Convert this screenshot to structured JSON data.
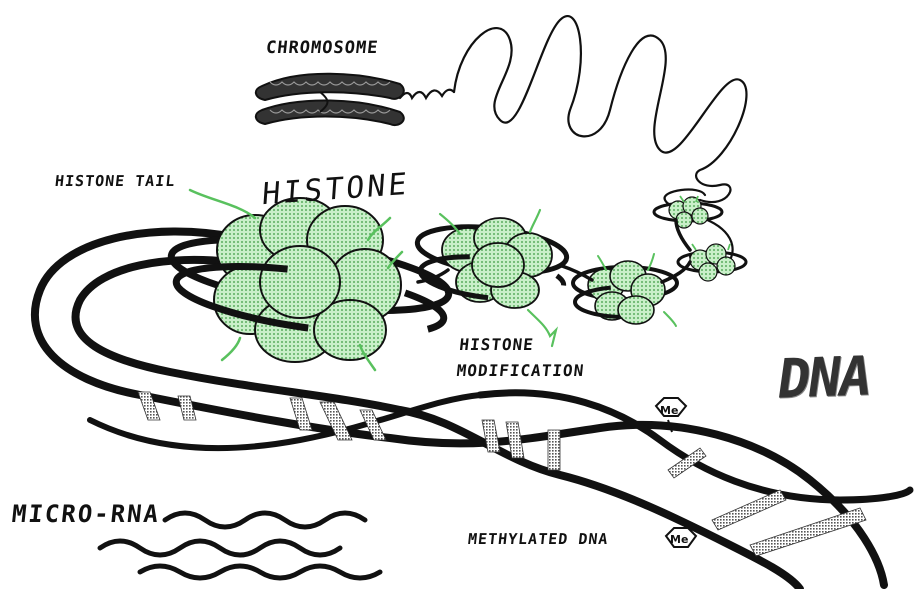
{
  "labels": {
    "chromosome": "CHROMOSOME",
    "histone_tail": "HISTONE TAIL",
    "histone": "HISTONE",
    "histone_modification_line1": "HISTONE",
    "histone_modification_line2": "MODIFICATION",
    "micro_rna": "MICRO-RNA",
    "methylated_dna": "METHYLATED DNA",
    "dna": "DNA",
    "methyl_tag": "Me"
  },
  "colors": {
    "ink": "#111111",
    "histone_fill": "#bfe8c0",
    "histone_tail": "#59c15e",
    "hatch": "#6b6b6b"
  }
}
